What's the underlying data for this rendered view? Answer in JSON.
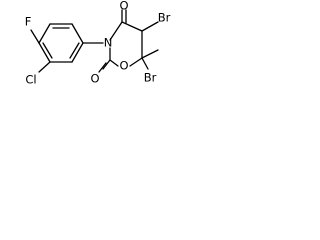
{
  "molecule": {
    "atoms": {
      "fluorine": "F",
      "chlorine": "Cl",
      "nitrogen": "N",
      "carbonyl_oxygen_top": "O",
      "carbonyl_oxygen_bottom": "O",
      "ring_oxygen": "O",
      "bromine_top": "Br",
      "bromine_bottom": "Br"
    }
  }
}
